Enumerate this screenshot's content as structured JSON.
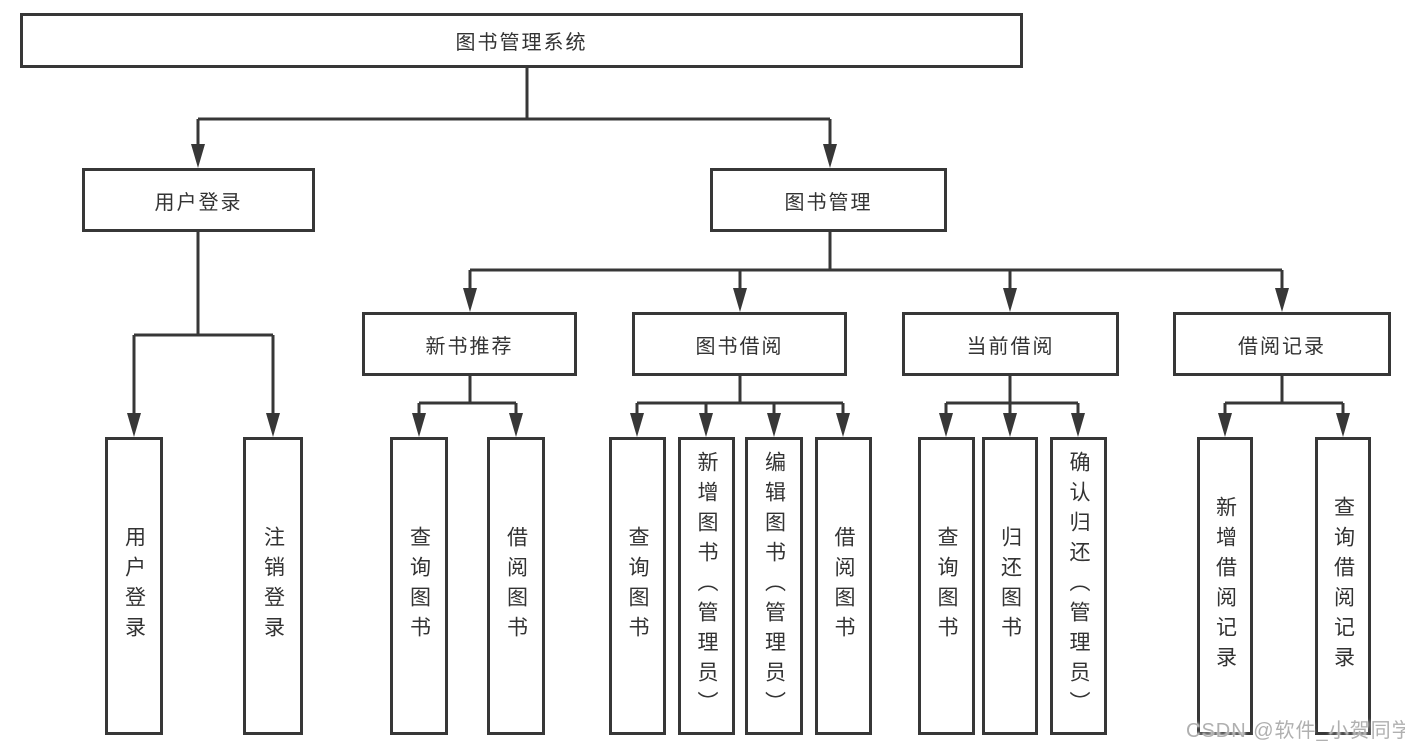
{
  "diagram_title": "图书管理系统",
  "colors": {
    "line": "#373737",
    "node_border": "#373737",
    "node_fill": "#ffffff",
    "text": "#333333",
    "watermark": "#b0b0b0"
  },
  "nodes": {
    "root": {
      "label": "图书管理系统"
    },
    "user_login": {
      "label": "用户登录"
    },
    "book_management": {
      "label": "图书管理"
    },
    "new_book_recommend": {
      "label": "新书推荐"
    },
    "book_borrowing": {
      "label": "图书借阅"
    },
    "current_borrowing": {
      "label": "当前借阅"
    },
    "borrowing_records": {
      "label": "借阅记录"
    },
    "leaf_user_login": {
      "label": "用户登录"
    },
    "leaf_logout": {
      "label": "注销登录"
    },
    "leaf_query_book_1": {
      "label": "查询图书"
    },
    "leaf_borrow_book_1": {
      "label": "借阅图书"
    },
    "leaf_query_book_2": {
      "label": "查询图书"
    },
    "leaf_add_book_admin": {
      "label": "新增图书（管理员）"
    },
    "leaf_edit_book_admin": {
      "label": "编辑图书（管理员）"
    },
    "leaf_borrow_book_2": {
      "label": "借阅图书"
    },
    "leaf_query_book_3": {
      "label": "查询图书"
    },
    "leaf_return_book": {
      "label": "归还图书"
    },
    "leaf_confirm_return_admin": {
      "label": "确认归还（管理员）"
    },
    "leaf_add_borrow_record": {
      "label": "新增借阅记录"
    },
    "leaf_query_borrow_record": {
      "label": "查询借阅记录"
    }
  },
  "hierarchy": {
    "图书管理系统": {
      "用户登录": [
        "用户登录",
        "注销登录"
      ],
      "图书管理": {
        "新书推荐": [
          "查询图书",
          "借阅图书"
        ],
        "图书借阅": [
          "查询图书",
          "新增图书（管理员）",
          "编辑图书（管理员）",
          "借阅图书"
        ],
        "当前借阅": [
          "查询图书",
          "归还图书",
          "确认归还（管理员）"
        ],
        "借阅记录": [
          "新增借阅记录",
          "查询借阅记录"
        ]
      }
    }
  },
  "watermark": {
    "text": "CSDN @软件_小贺同学"
  }
}
